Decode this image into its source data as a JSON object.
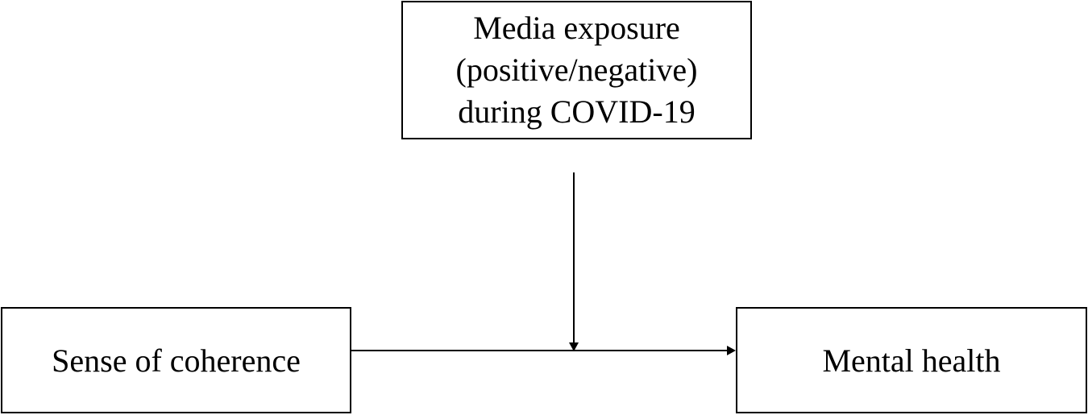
{
  "moderator": {
    "lines": [
      "Media exposure",
      "(positive/negative)",
      "during COVID-19"
    ]
  },
  "predictor": {
    "label": "Sense of coherence"
  },
  "outcome": {
    "label": "Mental health"
  },
  "colors": {
    "stroke": "#000000",
    "background": "#ffffff"
  }
}
